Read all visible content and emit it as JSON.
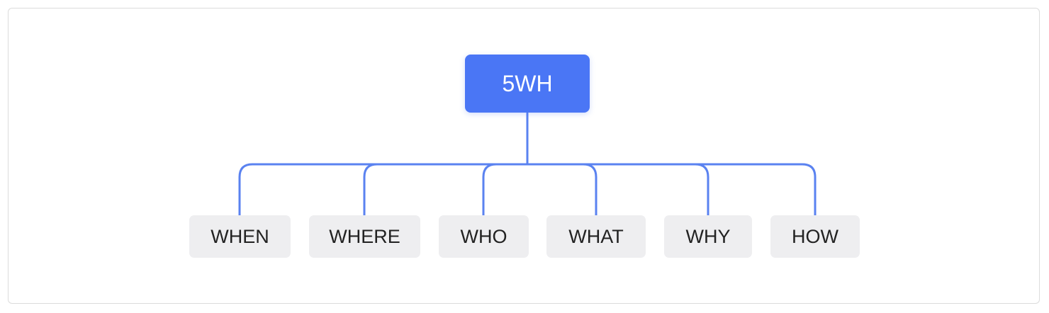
{
  "root": {
    "label": "5WH"
  },
  "children": [
    {
      "label": "WHEN"
    },
    {
      "label": "WHERE"
    },
    {
      "label": "WHO"
    },
    {
      "label": "WHAT"
    },
    {
      "label": "WHY"
    },
    {
      "label": "HOW"
    }
  ],
  "colors": {
    "root_fill": "#4a76f5",
    "connector": "#5a82f0",
    "child_fill": "#eeeef0",
    "child_text": "#222222"
  }
}
